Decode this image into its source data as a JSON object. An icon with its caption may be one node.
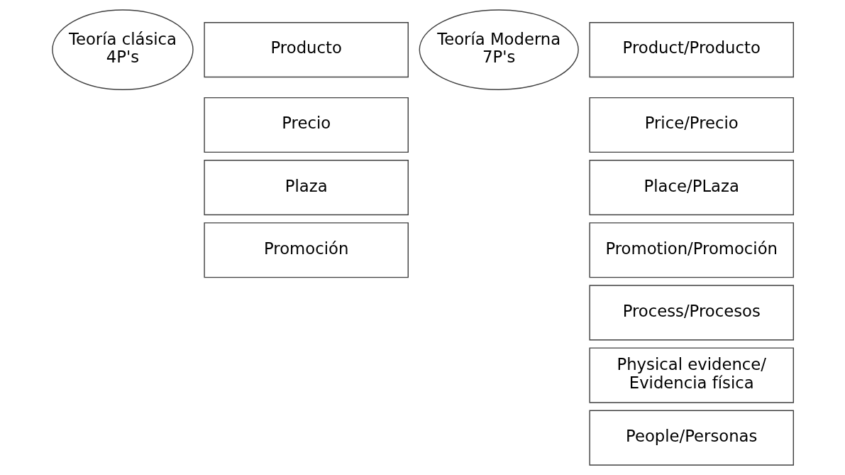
{
  "diagram": {
    "nodes": [
      {
        "text": [
          "Teoría clásica 4P's"
        ]
      },
      {
        "text": [
          "Producto"
        ]
      },
      {
        "text": [
          "Precio"
        ]
      },
      {
        "text": [
          "Plaza"
        ]
      },
      {
        "text": [
          "Promoción"
        ]
      },
      {
        "text": [
          "Teoría Moderna 7P's"
        ]
      },
      {
        "text": [
          "Product/Producto"
        ]
      },
      {
        "text": [
          "Price/Precio"
        ]
      },
      {
        "text": [
          "Place/PLaza"
        ]
      },
      {
        "text": [
          "Promotion/Promoción"
        ]
      },
      {
        "text": [
          "Process/Procesos"
        ]
      },
      {
        "text": [
          "Physical evidence/ Evidencia física"
        ]
      },
      {
        "text": [
          "People/Personas"
        ]
      }
    ]
  }
}
